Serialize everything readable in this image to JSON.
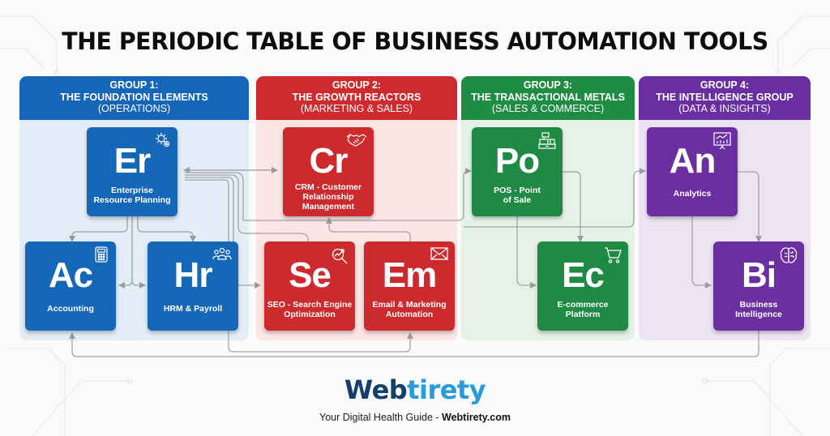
{
  "title": "THE PERIODIC TABLE OF BUSINESS AUTOMATION TOOLS",
  "colors": {
    "group1": "#1565b8",
    "group2": "#cf2a2e",
    "group3": "#1e8c43",
    "group4": "#6a2ea3",
    "connector": "#9a9a9a",
    "logo_dark": "#153f6b",
    "logo_light": "#2a9ad8"
  },
  "groups": [
    {
      "number": "GROUP 1:",
      "name": "THE FOUNDATION ELEMENTS",
      "category": "(OPERATIONS)"
    },
    {
      "number": "GROUP 2:",
      "name": "THE GROWTH REACTORS",
      "category": "(MARKETING & SALES)"
    },
    {
      "number": "GROUP 3:",
      "name": "THE TRANSACTIONAL METALS",
      "category": "(SALES & COMMERCE)"
    },
    {
      "number": "GROUP 4:",
      "name": "THE INTELLIGENCE GROUP",
      "category": "(DATA & INSIGHTS)"
    }
  ],
  "elements": {
    "er": {
      "symbol": "Er",
      "name": "Enterprise Resource Planning",
      "icon": "gears-icon",
      "group": 1
    },
    "ac": {
      "symbol": "Ac",
      "name": "Accounting",
      "icon": "calculator-icon",
      "group": 1
    },
    "hr": {
      "symbol": "Hr",
      "name": "HRM & Payroll",
      "icon": "people-icon",
      "group": 1
    },
    "cr": {
      "symbol": "Cr",
      "name": "CRM - Customer Relationship Management",
      "icon": "handshake-icon",
      "group": 2
    },
    "se": {
      "symbol": "Se",
      "name": "SEO - Search Engine Optimization",
      "icon": "magnifier-trend-icon",
      "group": 2
    },
    "em": {
      "symbol": "Em",
      "name": "Email & Marketing Automation",
      "icon": "envelope-icon",
      "group": 2
    },
    "po": {
      "symbol": "Po",
      "name": "POS - Point of Sale",
      "icon": "cash-register-icon",
      "group": 3
    },
    "ec": {
      "symbol": "Ec",
      "name": "E-commerce Platform",
      "icon": "shopping-cart-icon",
      "group": 3
    },
    "an": {
      "symbol": "An",
      "name": "Analytics",
      "icon": "presentation-chart-icon",
      "group": 4
    },
    "bi": {
      "symbol": "Bi",
      "name": "Business Intelligence",
      "icon": "brain-icon",
      "group": 4
    }
  },
  "connections": [
    [
      "er",
      "ac"
    ],
    [
      "er",
      "hr"
    ],
    [
      "ac",
      "hr"
    ],
    [
      "er",
      "cr"
    ],
    [
      "er",
      "se"
    ],
    [
      "se",
      "cr"
    ],
    [
      "em",
      "cr"
    ],
    [
      "se",
      "em"
    ],
    [
      "cr",
      "po"
    ],
    [
      "po",
      "ec"
    ],
    [
      "po",
      "an"
    ],
    [
      "an",
      "bi"
    ],
    [
      "bi",
      "ac"
    ]
  ],
  "footer": {
    "logo_part1": "Web",
    "logo_part2": "tirety",
    "tagline_text": "Your Digital Health Guide - ",
    "tagline_site": "Webtirety.com"
  }
}
